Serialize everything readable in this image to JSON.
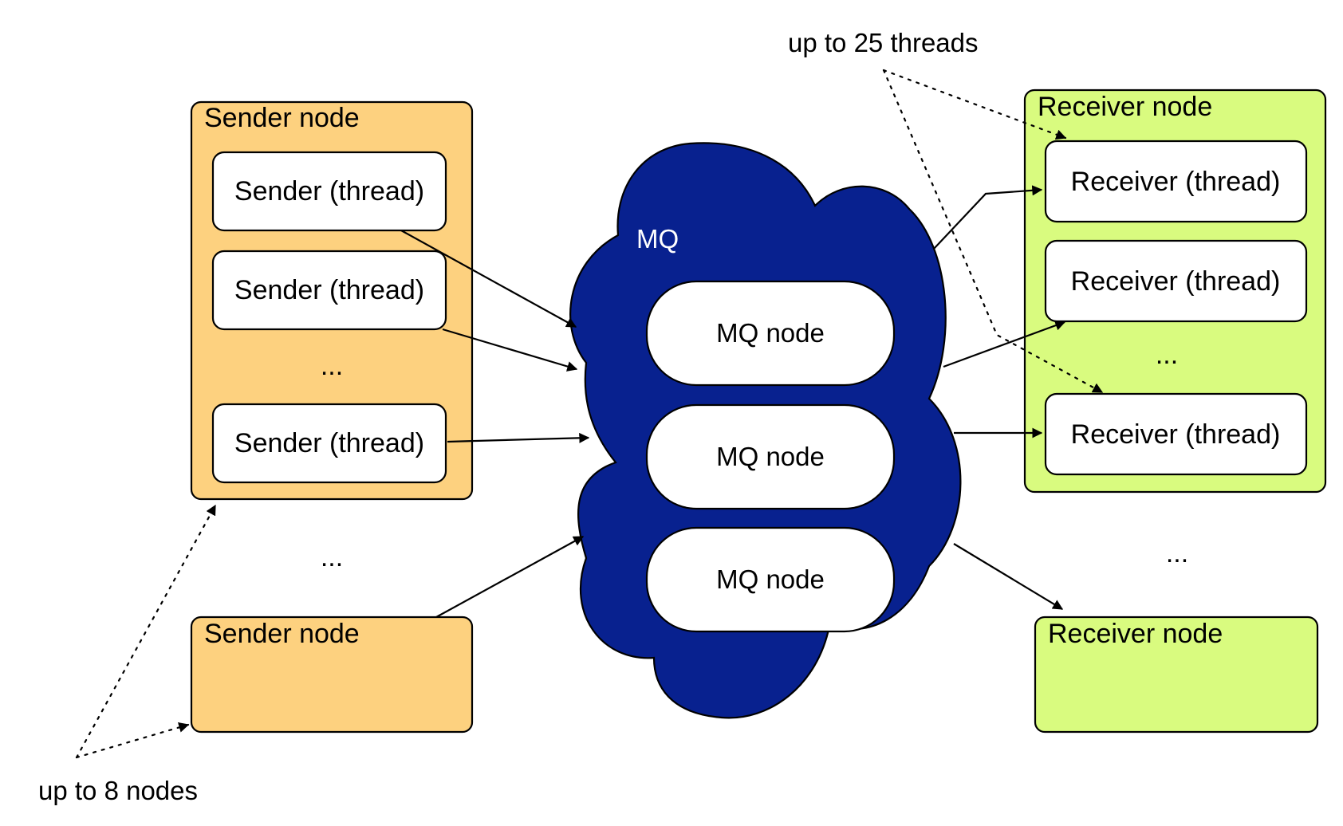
{
  "colors": {
    "sender_node_fill": "#fdd17f",
    "receiver_node_fill": "#d9fb7f",
    "mq_cloud_fill": "#08218f",
    "inner_box_fill": "#ffffff",
    "stroke": "#000000"
  },
  "annotations": {
    "threads_note": "up to 25 threads",
    "nodes_note": "up to 8 nodes"
  },
  "sender": {
    "node_label": "Sender node",
    "thread_label": "Sender (thread)",
    "ellipsis": "...",
    "second_node_label": "Sender node",
    "between_nodes_ellipsis": "..."
  },
  "mq": {
    "title": "MQ",
    "node_label": "MQ node"
  },
  "receiver": {
    "node_label": "Receiver node",
    "thread_label": "Receiver (thread)",
    "ellipsis": "...",
    "second_node_label": "Receiver node",
    "between_nodes_ellipsis": "..."
  }
}
